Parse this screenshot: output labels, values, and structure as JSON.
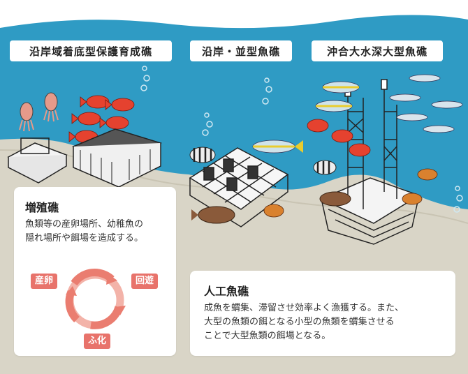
{
  "labels": {
    "coastal": "沿岸域着底型保護育成礁",
    "standard": "沿岸・並型魚礁",
    "offshore": "沖合大水深大型魚礁"
  },
  "breeding": {
    "title": "増殖礁",
    "text": "魚類等の産卵場所、幼稚魚の\n隠れ場所や餌場を造成する。",
    "cycle": {
      "spawn": "産卵",
      "migrate": "回遊",
      "hatch": "ふ化"
    }
  },
  "artificial": {
    "title": "人工魚礁",
    "text": "成魚を蝟集、滞留させ効率よく漁獲する。また、\n大型の魚類の餌となる小型の魚類を蝟集させる\nことで大型魚類の餌場となる。"
  },
  "colors": {
    "sea": "#2f9bc4",
    "seabed": "#d7d3c5",
    "accent": "#e8736b"
  }
}
